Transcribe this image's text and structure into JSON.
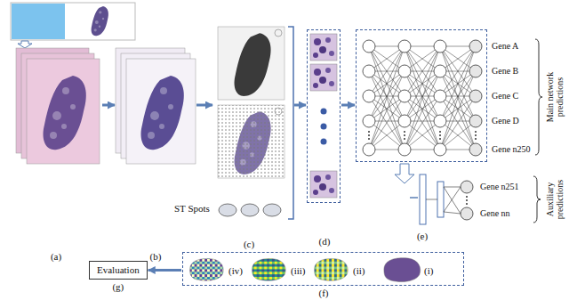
{
  "diagram": {
    "nodes": [
      {
        "text": [
          "(a)"
        ]
      },
      {
        "text": [
          "(b)"
        ]
      },
      {
        "text": [
          "ST Spots",
          "(c)"
        ]
      },
      {
        "text": [
          "(d)"
        ]
      },
      {
        "text": [
          "(e)"
        ]
      },
      {
        "text": [
          "(iv)",
          "(iii)",
          "(ii)",
          "(i)",
          "(f)"
        ]
      },
      {
        "text": [
          "Evaluation",
          "(g)"
        ]
      }
    ],
    "edges": [
      {
        "from": 0,
        "to": 1,
        "arrow": "to"
      },
      {
        "from": 1,
        "to": 2,
        "arrow": "to"
      },
      {
        "from": 2,
        "to": 3,
        "arrow": "to"
      },
      {
        "from": 3,
        "to": 4,
        "arrow": "to"
      },
      {
        "from": 5,
        "to": 6,
        "arrow": "to"
      }
    ],
    "labels": [
      "Gene A",
      "Gene B",
      "Gene C",
      "Gene D",
      "Gene n250",
      "Main network predictions",
      "Gene n251",
      "Gene nn",
      "Auxiliary predictions"
    ]
  }
}
